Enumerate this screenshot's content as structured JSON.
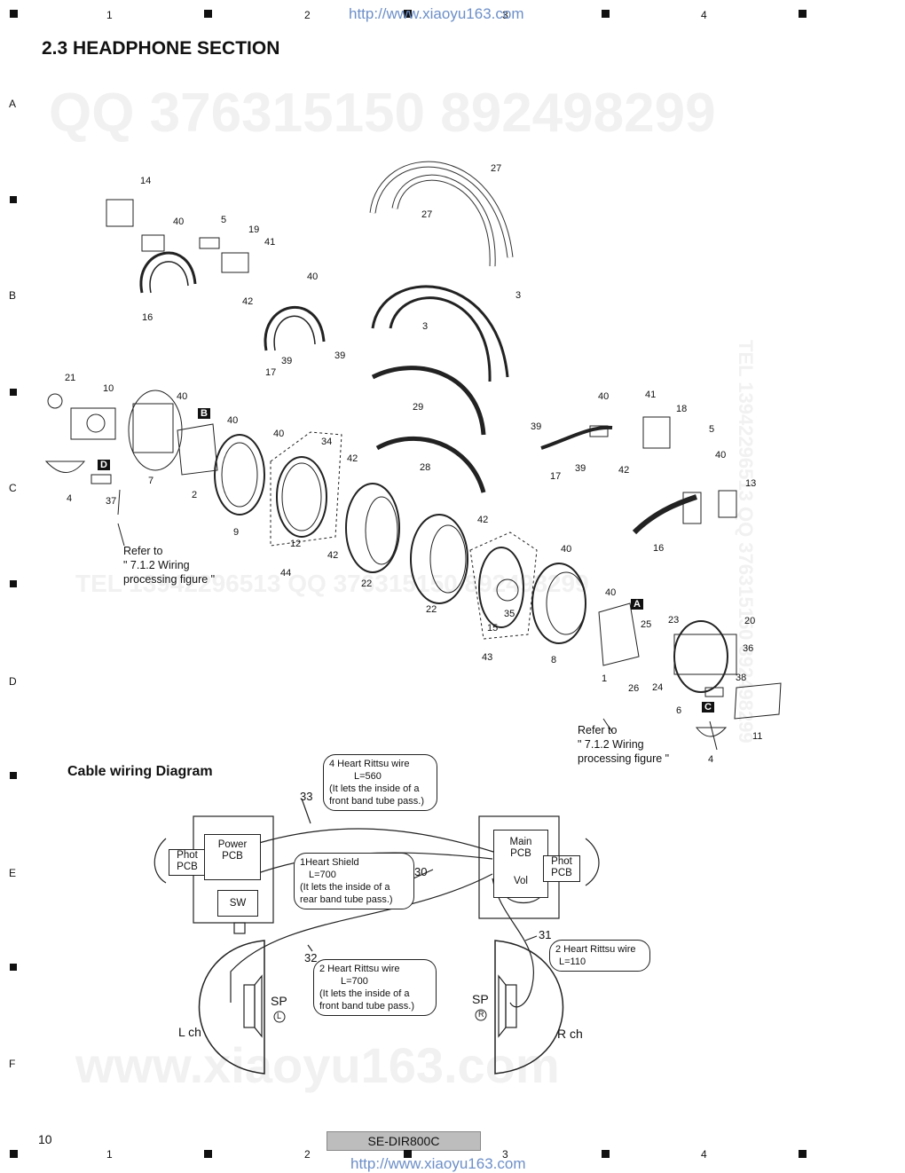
{
  "header": {
    "url": "http://www.xiaoyu163.com",
    "title": "2.3  HEADPHONE SECTION",
    "columns": [
      "1",
      "2",
      "3",
      "4"
    ],
    "rows": [
      "A",
      "B",
      "C",
      "D",
      "E",
      "F"
    ]
  },
  "watermarks": {
    "qq": "QQ 376315150   892498299",
    "tel": "TEL 13942296513",
    "mid": "TEL 13942296513   QQ 376315150  892498299",
    "bottom": "www.xiaoyu163.com",
    "side": "TEL 13942296513  QQ 376315150  892498299"
  },
  "parts": {
    "labels": [
      "14",
      "40",
      "5",
      "19",
      "41",
      "42",
      "16",
      "40",
      "39",
      "39",
      "17",
      "27",
      "27",
      "3",
      "3",
      "21",
      "10",
      "40",
      "B",
      "40",
      "40",
      "34",
      "42",
      "4",
      "D",
      "37",
      "7",
      "2",
      "9",
      "12",
      "42",
      "44",
      "29",
      "28",
      "22",
      "22",
      "42",
      "35",
      "15",
      "43",
      "40",
      "40",
      "41",
      "18",
      "39",
      "39",
      "17",
      "42",
      "5",
      "40",
      "13",
      "16",
      "40",
      "A",
      "25",
      "23",
      "20",
      "36",
      "1",
      "26",
      "24",
      "38",
      "6",
      "C",
      "11",
      "4",
      "8"
    ],
    "note_left": [
      "Refer to",
      "\" 7.1.2 Wiring",
      "processing figure \""
    ],
    "note_right": [
      "Refer to",
      "\" 7.1.2 Wiring",
      "processing figure \""
    ]
  },
  "wiring": {
    "subtitle": "Cable wiring Diagram",
    "bubble_33": [
      "4 Heart Rittsu wire",
      "L=560",
      "(It lets the inside of a",
      "front band tube pass.)"
    ],
    "bubble_30": [
      "1Heart Shield",
      "L=700",
      "(It lets the inside of a",
      "rear band tube pass.)"
    ],
    "bubble_32": [
      "2 Heart Rittsu wire",
      "L=700",
      "(It lets the inside of a",
      "front band tube pass.)"
    ],
    "bubble_31": [
      "2 Heart Rittsu wire",
      "L=110"
    ],
    "num_33": "33",
    "num_30": "30",
    "num_32": "32",
    "num_31": "31",
    "left_phot": [
      "Phot",
      "PCB"
    ],
    "left_power": [
      "Power",
      "PCB"
    ],
    "left_sw": "SW",
    "right_main": [
      "Main",
      "PCB"
    ],
    "right_vol": "Vol",
    "right_phot": [
      "Phot",
      "PCB"
    ],
    "sp_left": "SP",
    "sp_left_mark": "L",
    "sp_right": "SP",
    "sp_right_mark": "R",
    "lch": "L ch",
    "rch": "R ch"
  },
  "footer": {
    "page": "10",
    "model": "SE-DIR800C",
    "url": "http://www.xiaoyu163.com"
  }
}
